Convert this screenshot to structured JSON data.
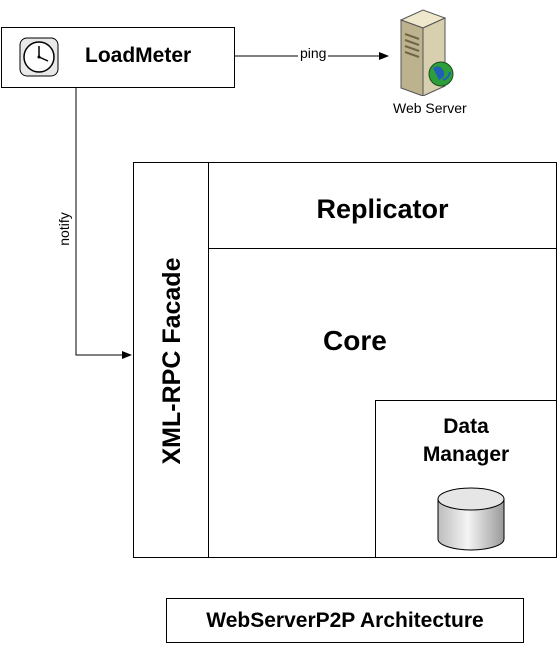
{
  "loadmeter": {
    "label": "LoadMeter",
    "icon": "clock-icon"
  },
  "webserver": {
    "label": "Web Server",
    "icon": "server-globe-icon"
  },
  "edges": {
    "ping": "ping",
    "notify": "notify"
  },
  "facade": {
    "label": "XML-RPC Facade"
  },
  "replicator": {
    "label": "Replicator"
  },
  "core": {
    "label": "Core"
  },
  "data_manager": {
    "label_line1": "Data",
    "label_line2": "Manager",
    "icon": "database-cylinder-icon"
  },
  "caption": {
    "label": "WebServerP2P Architecture"
  },
  "colors": {
    "stroke": "#000000",
    "fill": "#ffffff",
    "globe": "#2e9e3a",
    "server": "#d8cfae"
  }
}
